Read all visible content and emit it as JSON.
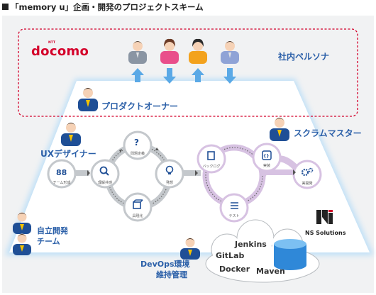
{
  "title": "「memory u」企画・開発のプロジェクトスキーム",
  "docomo": {
    "logo_text": "docomo",
    "ntt_text": "NTT"
  },
  "labels": {
    "persona": "社内ペルソナ",
    "product_owner": "プロダクトオーナー",
    "ux_designer": "UXデザイナー",
    "scrum_master": "スクラムマスター",
    "dev_team_line1": "自立開発",
    "dev_team_line2": "チーム",
    "devops_line1": "DevOps環境",
    "devops_line2": "維持管理"
  },
  "nodes": {
    "team_building": "チーム形成",
    "understanding": "理解共感",
    "problem_definition": "問題定義",
    "ideation": "発想",
    "prototyping": "具現化",
    "backlog": "バックログ",
    "implementation": "実装",
    "test": "テスト",
    "practical_dev": "実開発"
  },
  "tools": [
    "Jenkins",
    "GitLab",
    "Docker",
    "Maven"
  ],
  "ns_solutions": "NS Solutions",
  "colors": {
    "accent_blue": "#2a5fa8",
    "docomo_red": "#d4002a",
    "arrow_blue": "#5aa9e6",
    "cycle_gray": "#c4c8cc",
    "cycle_purple": "#d7c2e2"
  }
}
